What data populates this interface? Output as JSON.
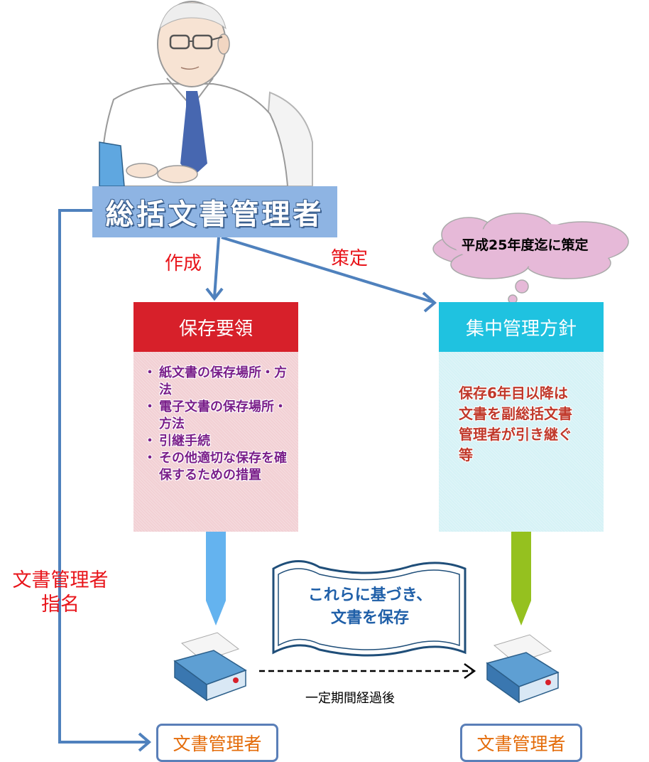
{
  "top_person": {
    "icon": "office-worker-illustration"
  },
  "title": "総括文書管理者",
  "left_arrow_label": "作成",
  "right_arrow_label": "策定",
  "cloud_note": "平成25年度迄に策定",
  "left_box": {
    "title": "保存要領",
    "items": [
      "紙文書の保存場所・方法",
      "電子文書の保存場所・方法",
      "引継手続",
      "その他適切な保存を確保するための措置"
    ]
  },
  "right_box": {
    "title": "集中管理方針",
    "body": "保存6年目以降は文書を副総括文書管理者が引き継ぐ　　　　等"
  },
  "scroll_text_line1": "これらに基づき、",
  "scroll_text_line2": "文書を保存",
  "side_label_line1": "文書管理者",
  "side_label_line2": "指名",
  "dashed_arrow_label": "一定期間経過後",
  "bottom_left_manager": "文書管理者",
  "bottom_right_manager": "文書管理者",
  "colors": {
    "title_bg": "#8eb4e3",
    "left_head": "#d7202a",
    "left_body": "#f2d0d4",
    "right_head": "#1fc2e0",
    "right_body": "#d6f2f6",
    "left_down_arrow": "#64b3ef",
    "right_down_arrow": "#95c11f",
    "connector": "#4f81bd",
    "red_text": "#e8141a",
    "manager_text": "#e46c0a"
  }
}
